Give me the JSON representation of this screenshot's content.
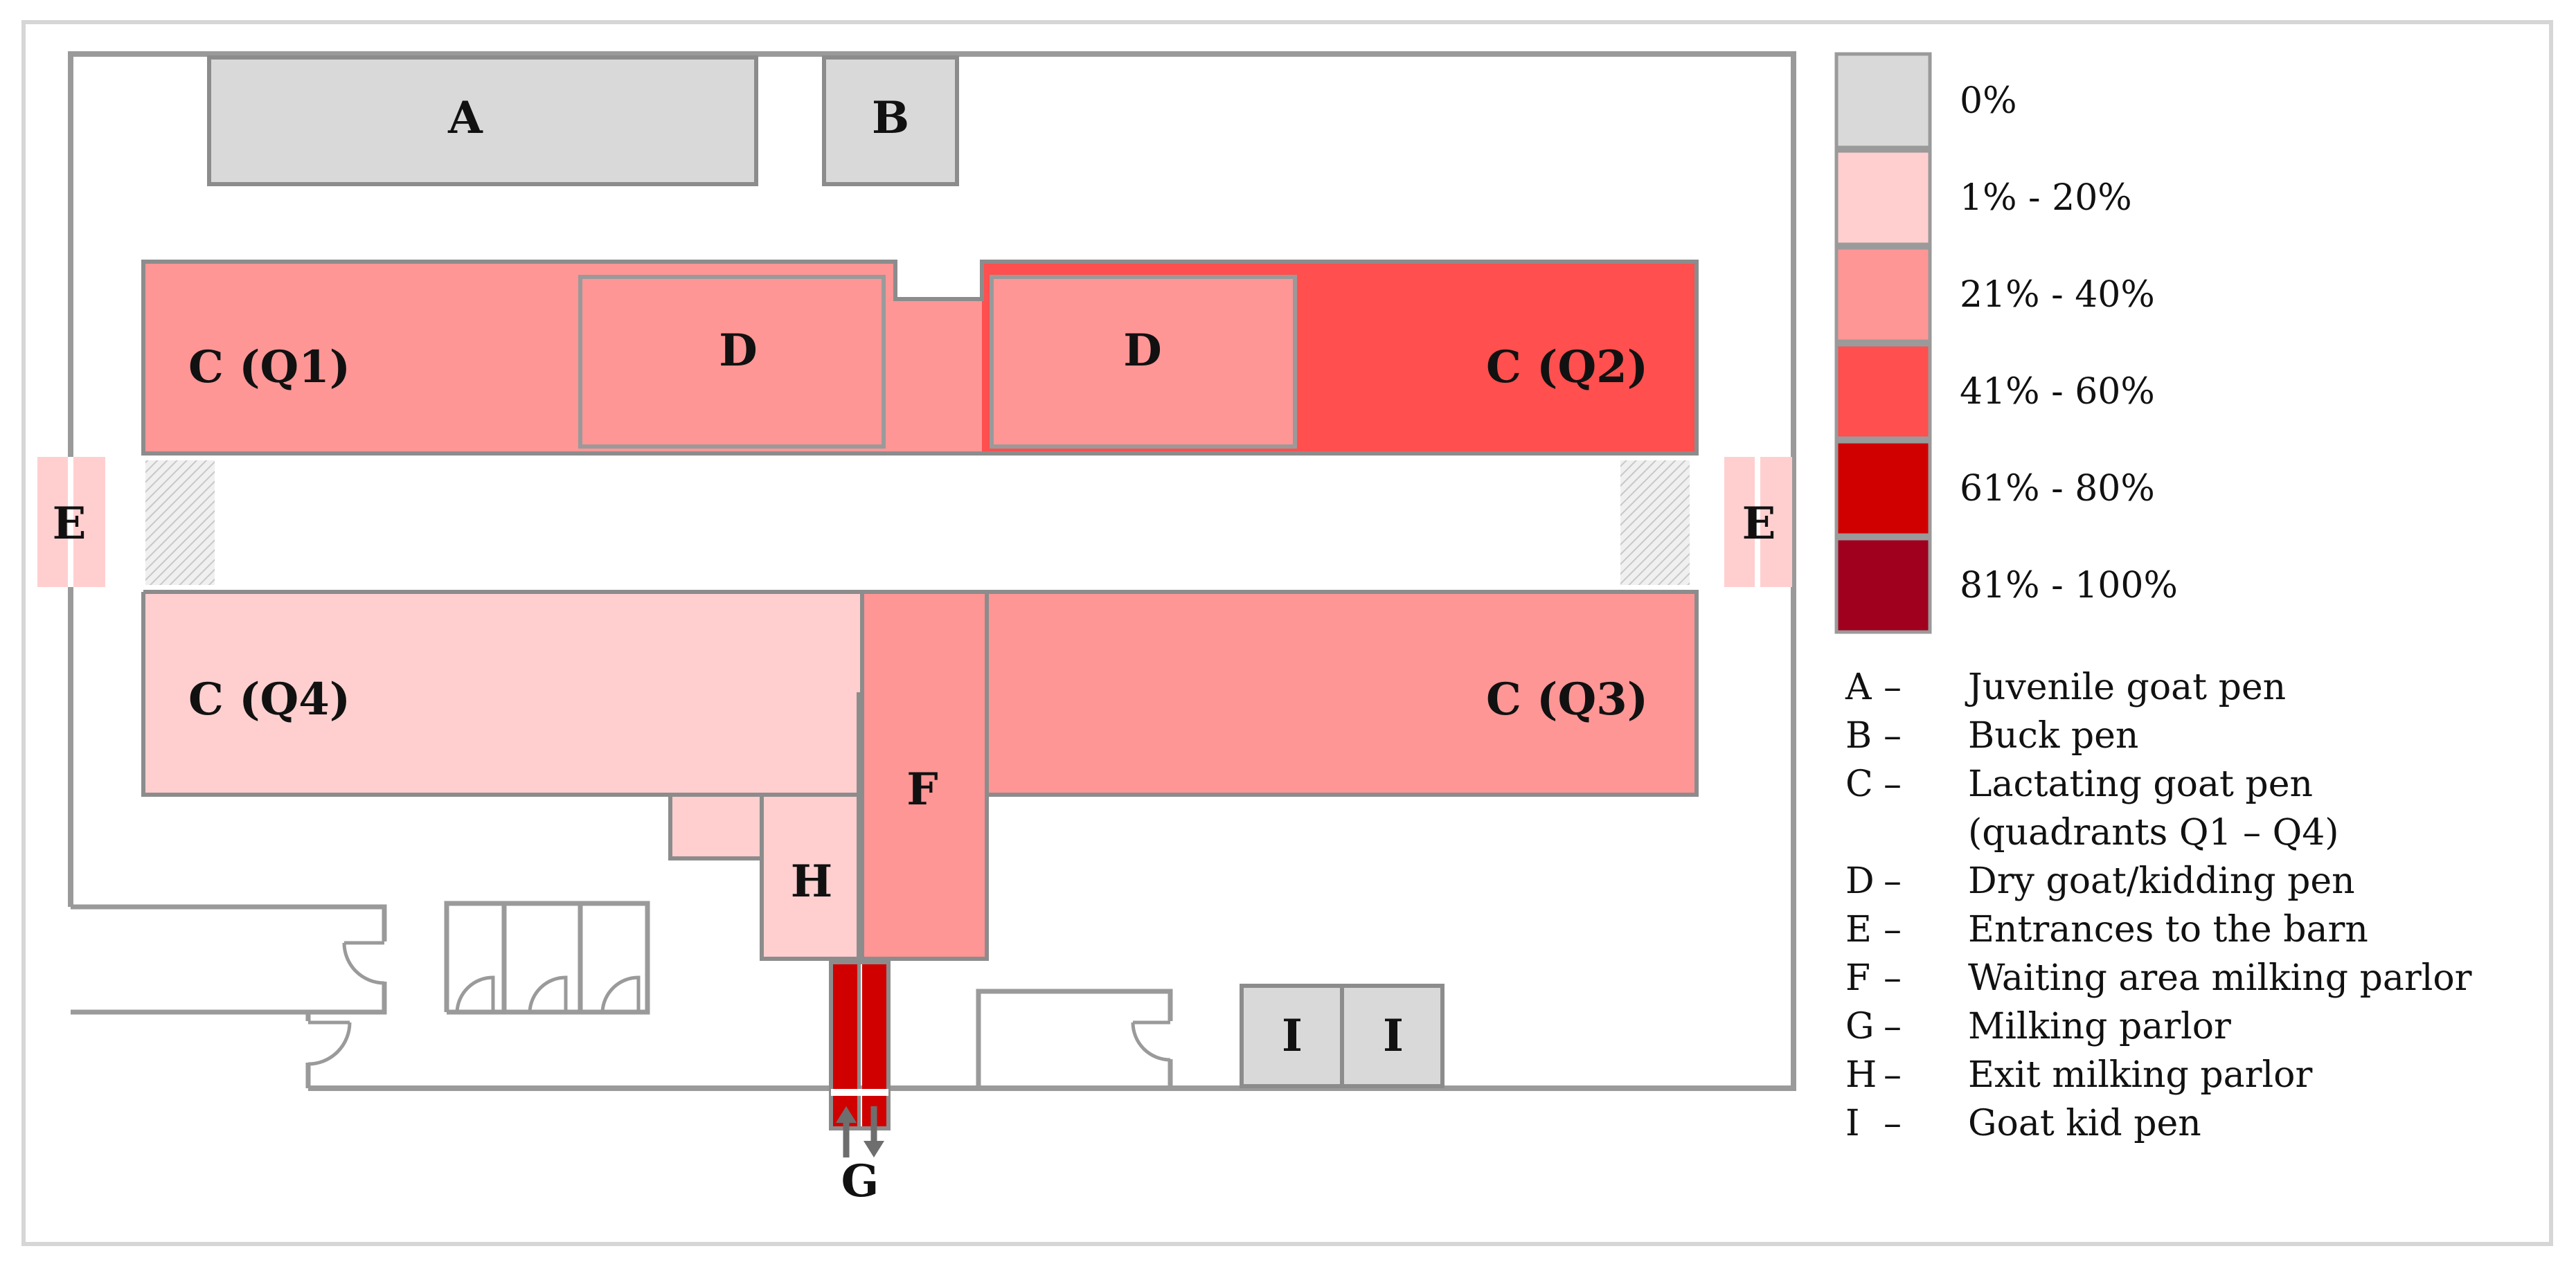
{
  "palette": {
    "pct_0": "#d9d9d9",
    "pct_1_20": "#ffcfcf",
    "pct_21_40": "#ff9696",
    "pct_41_60": "#ff4f4f",
    "pct_61_80": "#d10000",
    "pct_81_100": "#a0001e",
    "wall": "#9a9a9a",
    "zone_border": "#8c8c8c"
  },
  "zones": {
    "A": "A",
    "B": "B",
    "C_Q1": "C (Q1)",
    "C_Q2": "C (Q2)",
    "C_Q3": "C (Q3)",
    "C_Q4": "C (Q4)",
    "D": "D",
    "E": "E",
    "F": "F",
    "G": "G",
    "H": "H",
    "I": "I"
  },
  "color_legend": [
    {
      "label": "0%",
      "color": "#d9d9d9"
    },
    {
      "label": "1% - 20%",
      "color": "#ffcfcf"
    },
    {
      "label": "21% - 40%",
      "color": "#ff9696"
    },
    {
      "label": "41% - 60%",
      "color": "#ff4f4f"
    },
    {
      "label": "61% - 80%",
      "color": "#d10000"
    },
    {
      "label": "81% - 100%",
      "color": "#a0001e"
    }
  ],
  "key": [
    {
      "letter": "A",
      "dash": "–",
      "text": "Juvenile goat pen"
    },
    {
      "letter": "B",
      "dash": "–",
      "text": "Buck pen"
    },
    {
      "letter": "C",
      "dash": "–",
      "text": "Lactating goat pen"
    },
    {
      "letter": "",
      "dash": "",
      "text": "(quadrants Q1 – Q4)"
    },
    {
      "letter": "D",
      "dash": "–",
      "text": "Dry goat/kidding pen"
    },
    {
      "letter": "E",
      "dash": "–",
      "text": "Entrances to the barn"
    },
    {
      "letter": "F",
      "dash": "–",
      "text": "Waiting area milking parlor"
    },
    {
      "letter": "G",
      "dash": "–",
      "text": "Milking parlor"
    },
    {
      "letter": "H",
      "dash": "–",
      "text": "Exit milking parlor"
    },
    {
      "letter": "I",
      "dash": "–",
      "text": "Goat kid pen"
    }
  ]
}
